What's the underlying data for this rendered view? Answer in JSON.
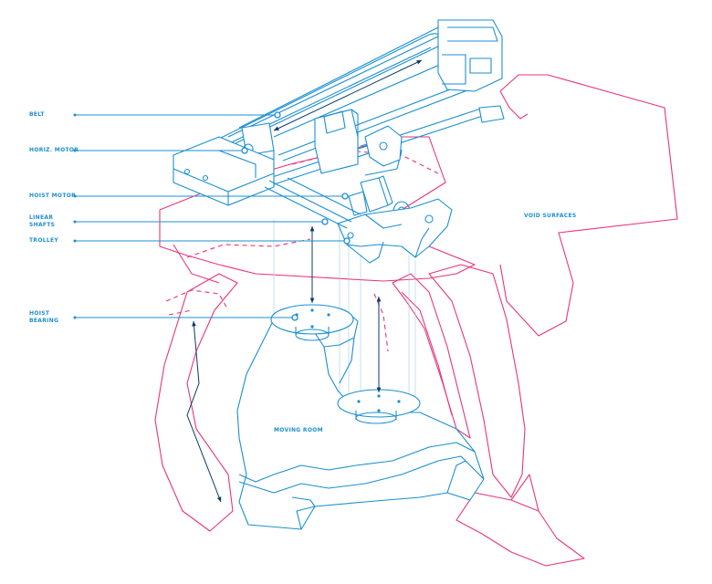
{
  "labels": {
    "belt": "BELT",
    "horiz_motor": "HORIZ. MOTOR",
    "hoist_motor": "HOIST MOTOR",
    "linear_shafts": "LINEAR\nSHAFTS",
    "trolley": "TROLLEY",
    "hoist_bearing": "HOIST\nBEARING",
    "void_surfaces": "VOID SURFACES",
    "moving_room": "MOVING ROOM"
  },
  "colors": {
    "mechanism": "#1b8fd1",
    "void_surface": "#e8357c",
    "arrow": "#0b3a66"
  }
}
